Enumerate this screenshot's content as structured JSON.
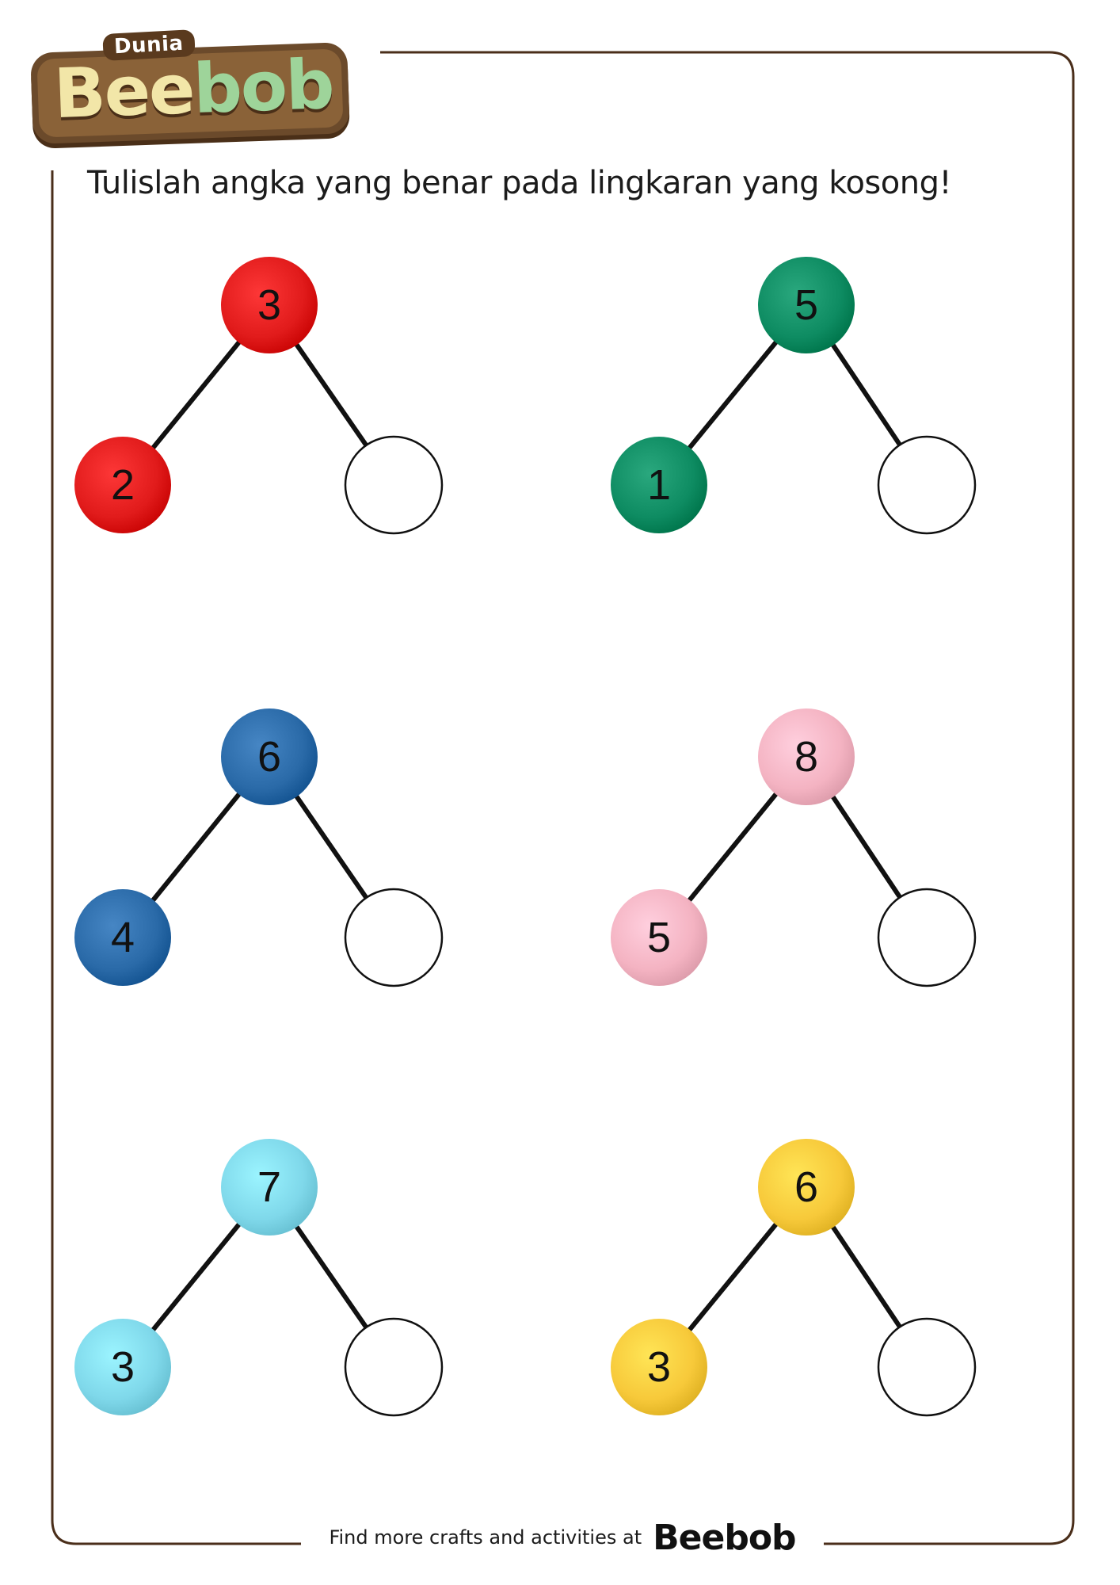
{
  "header": {
    "logo_small": "Dunia",
    "logo_part1": "Bee",
    "logo_part2": "bob"
  },
  "instruction": "Tulislah angka yang benar pada lingkaran yang kosong!",
  "footer": {
    "text": "Find more crafts and activities at",
    "brand": "Beebob"
  },
  "colors": {
    "frame": "#4a2e1a",
    "line": "#111111"
  },
  "problems": [
    {
      "top": "3",
      "left": "2",
      "right": "",
      "color": "#e11b1b"
    },
    {
      "top": "5",
      "left": "1",
      "right": "",
      "color": "#0e8c62"
    },
    {
      "top": "6",
      "left": "4",
      "right": "",
      "color": "#2a6aa8"
    },
    {
      "top": "8",
      "left": "5",
      "right": "",
      "color": "#f4b3c2"
    },
    {
      "top": "7",
      "left": "3",
      "right": "",
      "color": "#7fd8ea"
    },
    {
      "top": "6",
      "left": "3",
      "right": "",
      "color": "#f7c93a"
    }
  ]
}
